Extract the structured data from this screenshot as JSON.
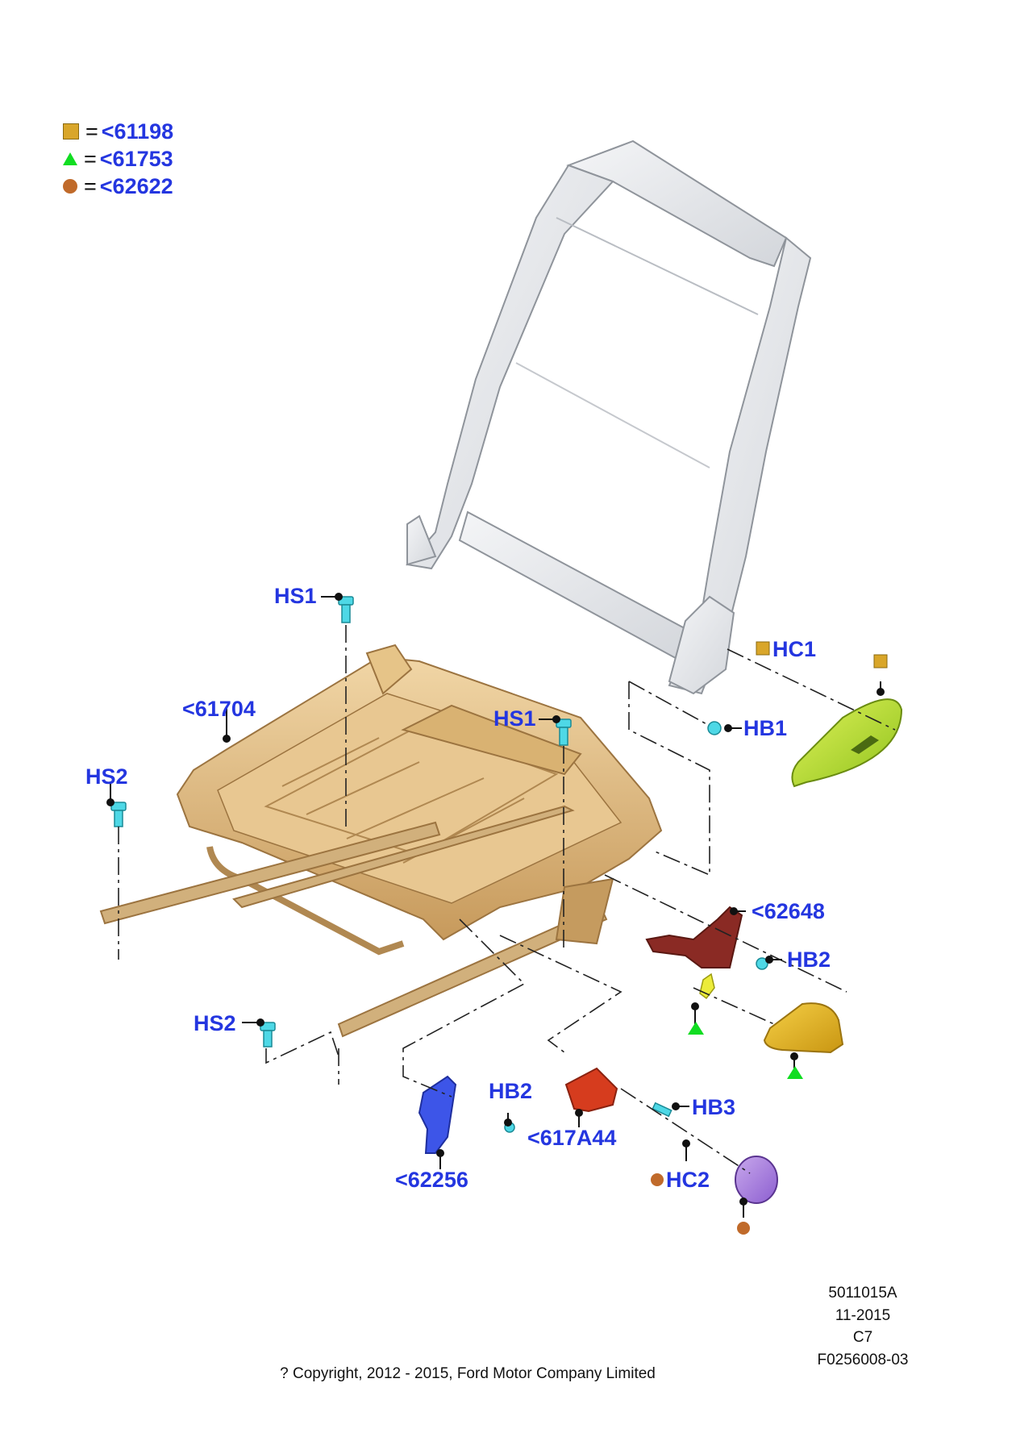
{
  "legend": [
    {
      "symbol": "square",
      "color": "#d9a62a",
      "equals": "=",
      "part": "<61198"
    },
    {
      "symbol": "triangle",
      "color": "#11dd22",
      "equals": "=",
      "part": "<61753"
    },
    {
      "symbol": "circle",
      "color": "#c06a2a",
      "equals": "=",
      "part": "<62622"
    }
  ],
  "labels": {
    "hs1_top": "HS1",
    "part_61704": "<61704",
    "hs1_mid": "HS1",
    "hs2_left": "HS2",
    "hc1": "HC1",
    "hb1": "HB1",
    "part_62648": "<62648",
    "hb2_right": "HB2",
    "hs2_bottom": "HS2",
    "hb2_bottom": "HB2",
    "part_617a44": "<617A44",
    "hb3": "HB3",
    "part_62256": "<62256",
    "hc2": "HC2"
  },
  "footer": {
    "doc_number": "5011015A",
    "date": "11-2015",
    "revision": "C7",
    "figure_id": "F0256008-03",
    "copyright": "? Copyright, 2012 - 2015, Ford Motor Company Limited"
  }
}
